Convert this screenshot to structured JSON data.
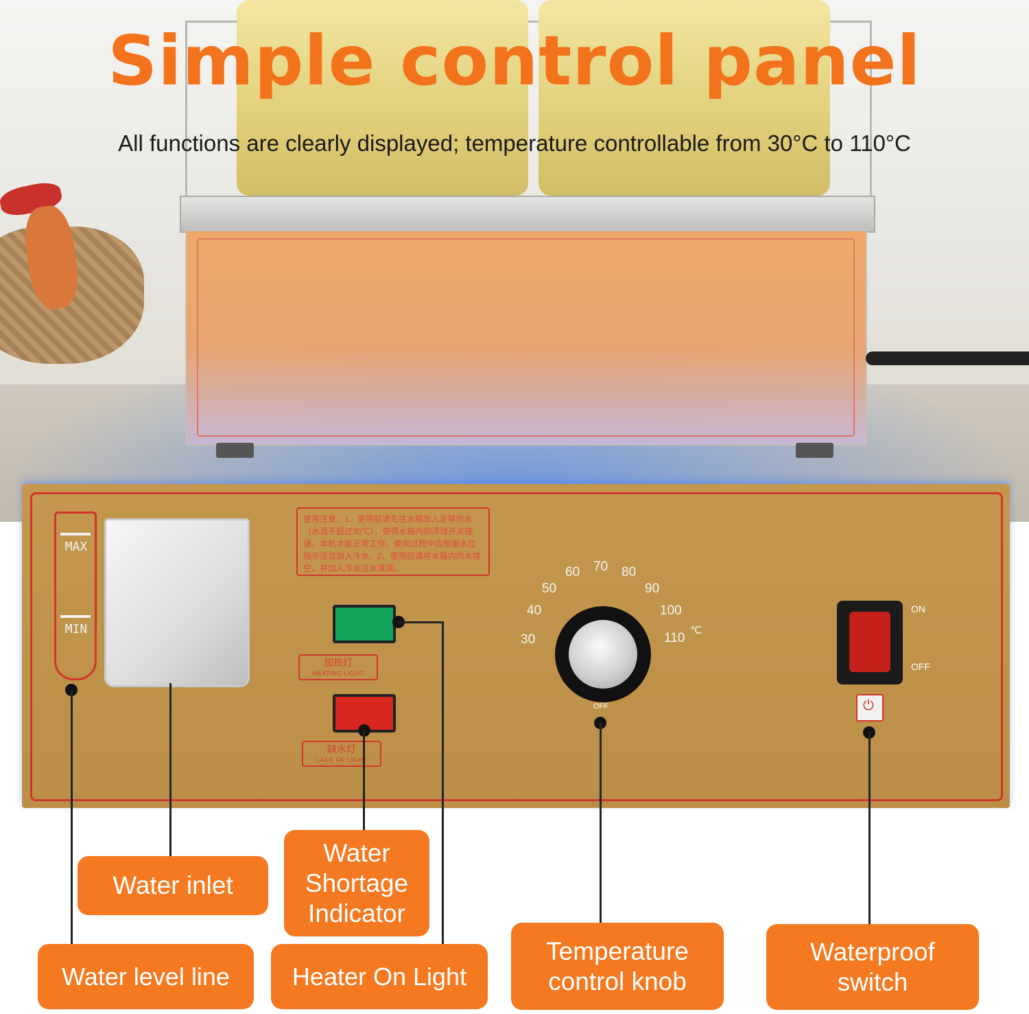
{
  "header": {
    "title": "Simple control panel",
    "subtitle": "All functions are clearly displayed; temperature controllable from 30°C to 110°C"
  },
  "panel": {
    "gauge": {
      "max_label": "MAX",
      "min_label": "MIN"
    },
    "notice_text": "使用注意：1、使用前请先往水箱加入足够的水（水温不超过30℃），使得水箱内的浮球开关接通，本机才能正常工作。使用过程中应根据水位指示适当加入冷水。2、使用后请将水箱内的水排空，并加入冷水过水清洗。",
    "heating_light": {
      "cn": "加热灯",
      "en": "HEATING LIGHT",
      "color": "#13a35b"
    },
    "lack_light": {
      "cn": "缺水灯",
      "en": "LACK OF LIGHT",
      "color": "#d7261d"
    },
    "knob": {
      "ticks": [
        "30",
        "40",
        "50",
        "60",
        "70",
        "80",
        "90",
        "100",
        "110"
      ],
      "unit": "℃",
      "off_label": "OFF"
    },
    "switch": {
      "on_label": "ON",
      "off_label": "OFF"
    }
  },
  "callouts": {
    "water_inlet": "Water inlet",
    "water_level_line": "Water level line",
    "water_shortage": "Water Shortage Indicator",
    "heater_on": "Heater On Light",
    "temp_knob": "Temperature control knob",
    "waterproof_switch": "Waterproof switch"
  },
  "colors": {
    "accent": "#f47920",
    "title": "#f3731c",
    "panel": "#c4974e",
    "panel_border": "#d2352b"
  }
}
